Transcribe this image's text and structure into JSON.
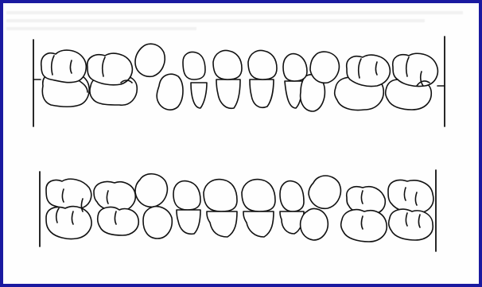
{
  "figure": {
    "background_color": "#1a1aa0",
    "paper_color": "#fefefe",
    "ink_color": "#111111",
    "arches": [
      {
        "id": "upper",
        "description_icon": "dental-arch-drawing"
      },
      {
        "id": "lower",
        "description_icon": "dental-arch-drawing"
      }
    ]
  }
}
